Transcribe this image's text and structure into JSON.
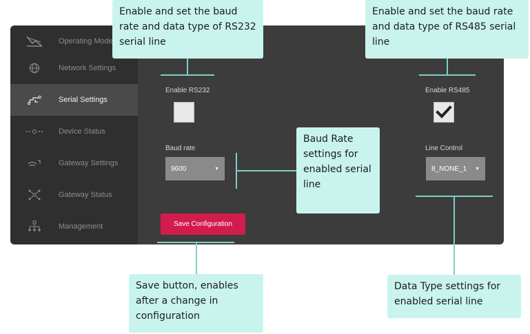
{
  "sidebar": {
    "items": [
      {
        "label": "Operating Mode",
        "icon": "wave-icon"
      },
      {
        "label": "Network Settings",
        "icon": "globe-icon"
      },
      {
        "label": "Serial Settings",
        "icon": "serial-icon"
      },
      {
        "label": "Device Status",
        "icon": "dots-icon"
      },
      {
        "label": "Gateway Settings",
        "icon": "wifi-icon"
      },
      {
        "label": "Gateway Status",
        "icon": "nodes-icon"
      },
      {
        "label": "Management",
        "icon": "tree-icon"
      }
    ],
    "active": "Serial Settings"
  },
  "form": {
    "rs232_label": "Enable RS232",
    "rs232_checked": false,
    "rs485_label": "Enable RS485",
    "rs485_checked": true,
    "baud_label": "Baud rate",
    "baud_value": "9600",
    "line_label": "Line Control",
    "line_value": "8_NONE_1",
    "save_label": "Save Configuration"
  },
  "callouts": {
    "rs232": "Enable and set the baud rate and data type of RS232 serial line",
    "rs485": "Enable and set the baud rate and data type of RS485 serial line",
    "baud": "Baud Rate settings for enabled serial line",
    "save": "Save button, enables after a change in configuration",
    "datatype": "Data Type settings for enabled serial line"
  },
  "colors": {
    "accent": "#d21c4c",
    "callout_bg": "#c9f4ee"
  }
}
